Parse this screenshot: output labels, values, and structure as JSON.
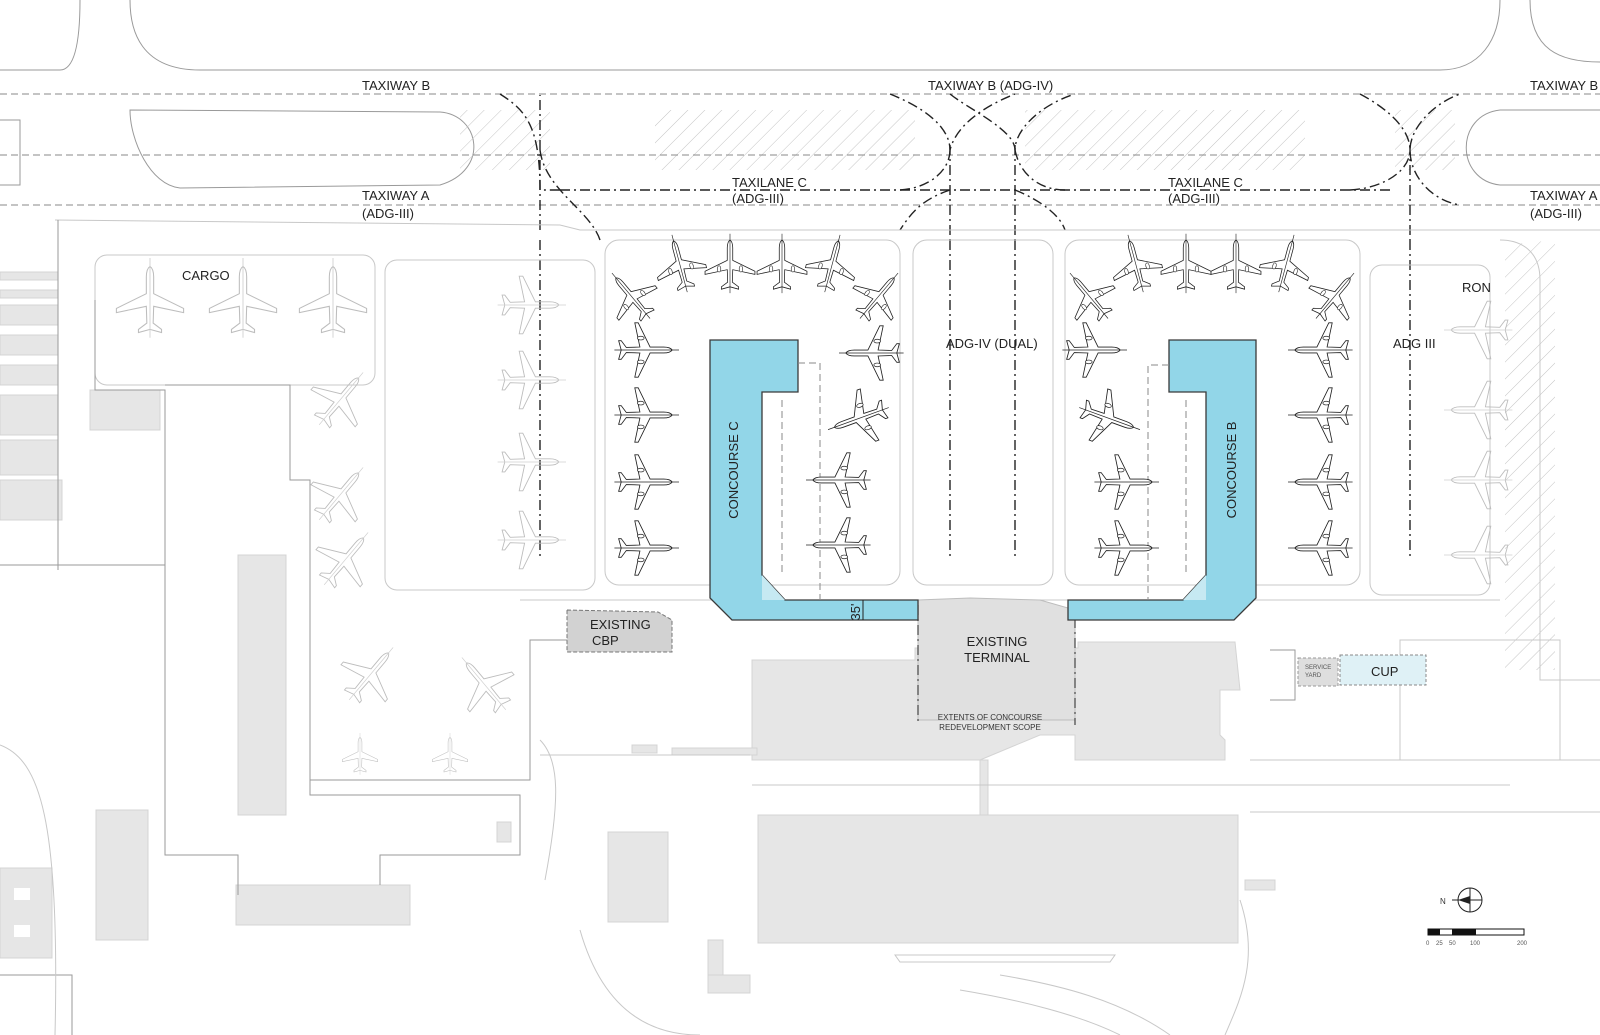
{
  "labels": {
    "taxiway_b_left": "TAXIWAY B",
    "taxiway_b_center": "TAXIWAY B (ADG-IV)",
    "taxiway_b_right": "TAXIWAY B",
    "taxiway_a_left_1": "TAXIWAY A",
    "taxiway_a_left_2": "(ADG-III)",
    "taxiway_a_right_1": "TAXIWAY A",
    "taxiway_a_right_2": "(ADG-III)",
    "taxilane_c_left_1": "TAXILANE C",
    "taxilane_c_left_2": "(ADG-III)",
    "taxilane_c_right_1": "TAXILANE C",
    "taxilane_c_right_2": "(ADG-III)",
    "cargo": "CARGO",
    "ron": "RON",
    "adg_iv_dual": "ADG-IV (DUAL)",
    "adg_iii": "ADG III",
    "concourse_c": "CONCOURSE C",
    "concourse_b": "CONCOURSE B",
    "dimension": "35'",
    "existing_cbp_1": "EXISTING",
    "existing_cbp_2": "CBP",
    "existing_terminal_1": "EXISTING",
    "existing_terminal_2": "TERMINAL",
    "extents_1": "EXTENTS OF CONCOURSE",
    "extents_2": "REDEVELOPMENT SCOPE",
    "service_yard_1": "SERVICE",
    "service_yard_2": "YARD",
    "cup": "CUP",
    "north": "N"
  },
  "scale_bar": {
    "ticks": [
      "0",
      "25",
      "50",
      "100",
      "200"
    ]
  },
  "colors": {
    "concourse_fill": "#92d6e8",
    "cup_fill": "#dff1f6",
    "building_fill": "#e6e6e6"
  },
  "icons": {
    "aircraft": "aircraft-icon",
    "north_arrow": "north-arrow-icon"
  }
}
